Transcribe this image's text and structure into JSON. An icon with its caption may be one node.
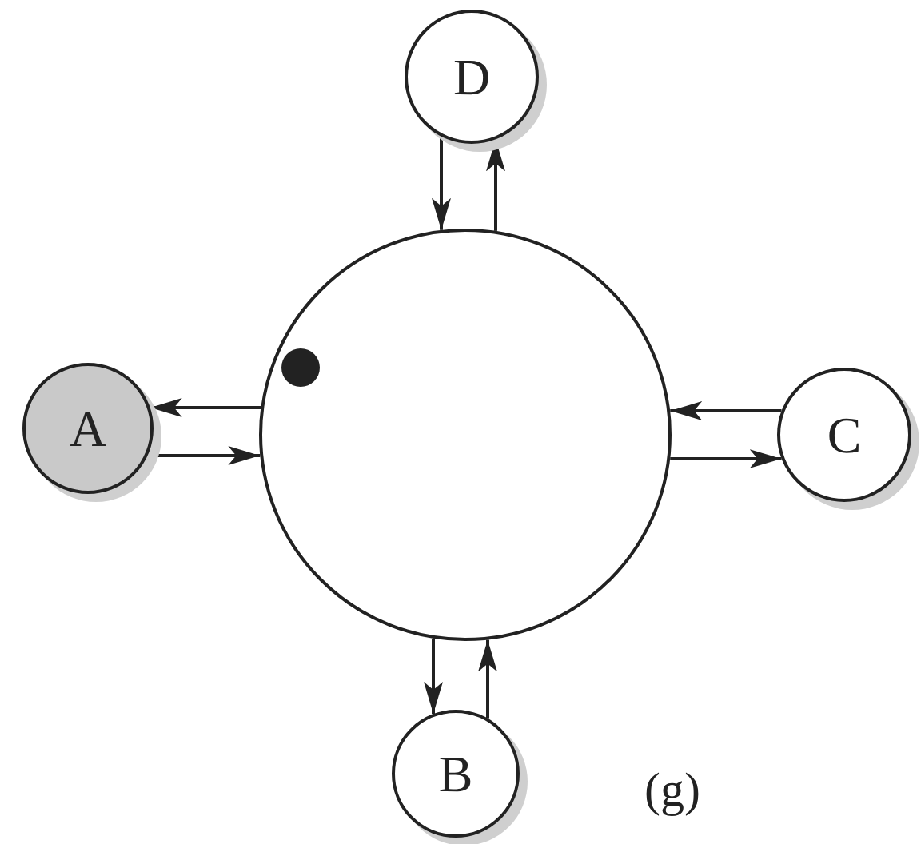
{
  "diagram": {
    "nodes": [
      {
        "text": [
          "D"
        ]
      },
      {
        "text": [],
        "shape": "circle"
      },
      {
        "text": [
          "A"
        ]
      },
      {
        "text": [
          "C"
        ]
      },
      {
        "text": [
          "B"
        ]
      }
    ],
    "edges": [
      {
        "from": 0,
        "to": 1,
        "arrow": "to"
      },
      {
        "from": 1,
        "to": 0,
        "arrow": "to"
      },
      {
        "from": 1,
        "to": 2,
        "arrow": "to"
      },
      {
        "from": 2,
        "to": 1,
        "arrow": "to"
      },
      {
        "from": 3,
        "to": 1,
        "arrow": "to"
      },
      {
        "from": 1,
        "to": 3,
        "arrow": "to"
      },
      {
        "from": 1,
        "to": 4,
        "arrow": "to"
      },
      {
        "from": 4,
        "to": 1,
        "arrow": "to"
      }
    ],
    "labels": [
      "(g)"
    ]
  }
}
